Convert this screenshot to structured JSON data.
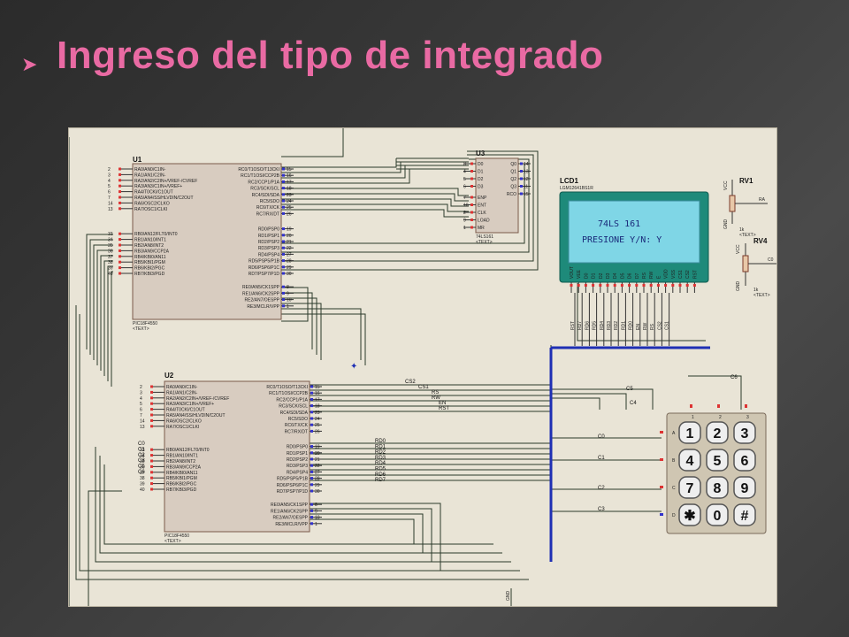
{
  "slide": {
    "title": "Ingreso del tipo de integrado",
    "bullet_icon": "arrow-bullet-icon"
  },
  "schematic": {
    "u1": {
      "ref": "U1",
      "part": "PIC18F4550",
      "text": "<TEXT>"
    },
    "u2": {
      "ref": "U2",
      "part": "PIC18F4550",
      "text": "<TEXT>"
    },
    "u3": {
      "ref": "U3",
      "part": "74LS161",
      "text": "<TEXT>"
    },
    "lcd": {
      "ref": "LCD1",
      "part": "LGM12641BS1R",
      "line1": "74LS 161",
      "line2": "PRESIONE  Y/N: Y"
    },
    "rv1": {
      "ref": "RV1",
      "value": "1k",
      "text": "<TEXT>"
    },
    "rv4": {
      "ref": "RV4",
      "value": "1k",
      "text": "<TEXT>"
    },
    "pic_left_pins": [
      "RA0/AN0/C1IN-",
      "RA1/AN1/C2IN-",
      "RA2/AN2/C2IN+/VREF-/CVREF",
      "RA3/AN3/C1IN+/VREF+",
      "RA4/T0CKI/C1OUT",
      "RA5/AN4/SS/HLVDIN/C2OUT",
      "RA6/OSC2/CLKO",
      "RA7/OSC1/CLKI",
      "RB0/AN12/FLT0/INT0",
      "RB1/AN10/INT1",
      "RB2/AN8/INT2",
      "RB3/AN9/CCP2A",
      "RB4/KBI0/AN11",
      "RB5/KBI1/PGM",
      "RB6/KBI2/PGC",
      "RB7/KBI3/PGD"
    ],
    "pic_left_nums": [
      "2",
      "3",
      "4",
      "5",
      "6",
      "7",
      "14",
      "13",
      "33",
      "34",
      "35",
      "36",
      "37",
      "38",
      "39",
      "40"
    ],
    "pic_right_pins": [
      "RC0/T1OSO/T13CKI",
      "RC1/T1OSI/CCP2B",
      "RC2/CCP1/P1A",
      "RC3/SCK/SCL",
      "RC4/SDI/SDA",
      "RC5/SDO",
      "RC6/TX/CK",
      "RC7/RX/DT",
      "RD0/PSP0",
      "RD1/PSP1",
      "RD2/PSP2",
      "RD3/PSP3",
      "RD4/PSP4",
      "RD5/PSP5/P1B",
      "RD6/PSP6/P1C",
      "RD7/PSP7/P1D",
      "RE0/AN5/CK1SPP",
      "RE1/AN6/CK2SPP",
      "RE2/AN7/OESPP",
      "RE3/MCLR/VPP"
    ],
    "pic_right_nums": [
      "15",
      "16",
      "17",
      "18",
      "23",
      "24",
      "25",
      "26",
      "19",
      "20",
      "21",
      "22",
      "27",
      "28",
      "29",
      "30",
      "8",
      "9",
      "10",
      "1"
    ],
    "u3_left_pins": [
      "D0",
      "D1",
      "D2",
      "D3",
      "ENP",
      "ENT",
      "CLK",
      "LOAD",
      "MR"
    ],
    "u3_left_nums": [
      "3",
      "4",
      "5",
      "6",
      "7",
      "10",
      "2",
      "9",
      "1"
    ],
    "u3_right_pins": [
      "Q0",
      "Q1",
      "Q2",
      "Q3",
      "RCO"
    ],
    "u3_right_nums": [
      "14",
      "13",
      "12",
      "11",
      "15"
    ],
    "lcd_pins": [
      "VOUT",
      "VEE",
      "D0",
      "D1",
      "D2",
      "D3",
      "D4",
      "D5",
      "D6",
      "D7",
      "RS",
      "RW",
      "E",
      "VDD",
      "VSS",
      "CS1",
      "CS2",
      "RST"
    ],
    "u2_c_labels": [
      "C0",
      "C1",
      "C2",
      "C3",
      "C5",
      "C6"
    ],
    "net_labels_bus": [
      "CS2",
      "CS1",
      "RS",
      "RW",
      "EN",
      "RST"
    ],
    "net_labels_d": [
      "RD0",
      "RD1",
      "RD2",
      "RD3",
      "RD4",
      "RD5",
      "RD6",
      "RD7"
    ],
    "lcd_bottom_nets": [
      "RST",
      "RD7",
      "RD6",
      "RD5",
      "RD4",
      "RD3",
      "RD2",
      "RD1",
      "RD0",
      "EN",
      "RW",
      "RS",
      "CS2",
      "CS1"
    ],
    "keypad_cols": [
      "C6",
      "C5",
      "C4"
    ],
    "keypad_rows": [
      "C0",
      "C1",
      "C2",
      "C3"
    ],
    "keypad_row_letters": [
      "A",
      "B",
      "C",
      "D"
    ],
    "keypad_col_nums": [
      "1",
      "2",
      "3"
    ],
    "keypad_keys": [
      "1",
      "2",
      "3",
      "4",
      "5",
      "6",
      "7",
      "8",
      "9",
      "✱",
      "0",
      "#"
    ],
    "rv_labels": [
      "VCC",
      "RA",
      "GND",
      "VCC",
      "C0",
      "GND"
    ]
  }
}
